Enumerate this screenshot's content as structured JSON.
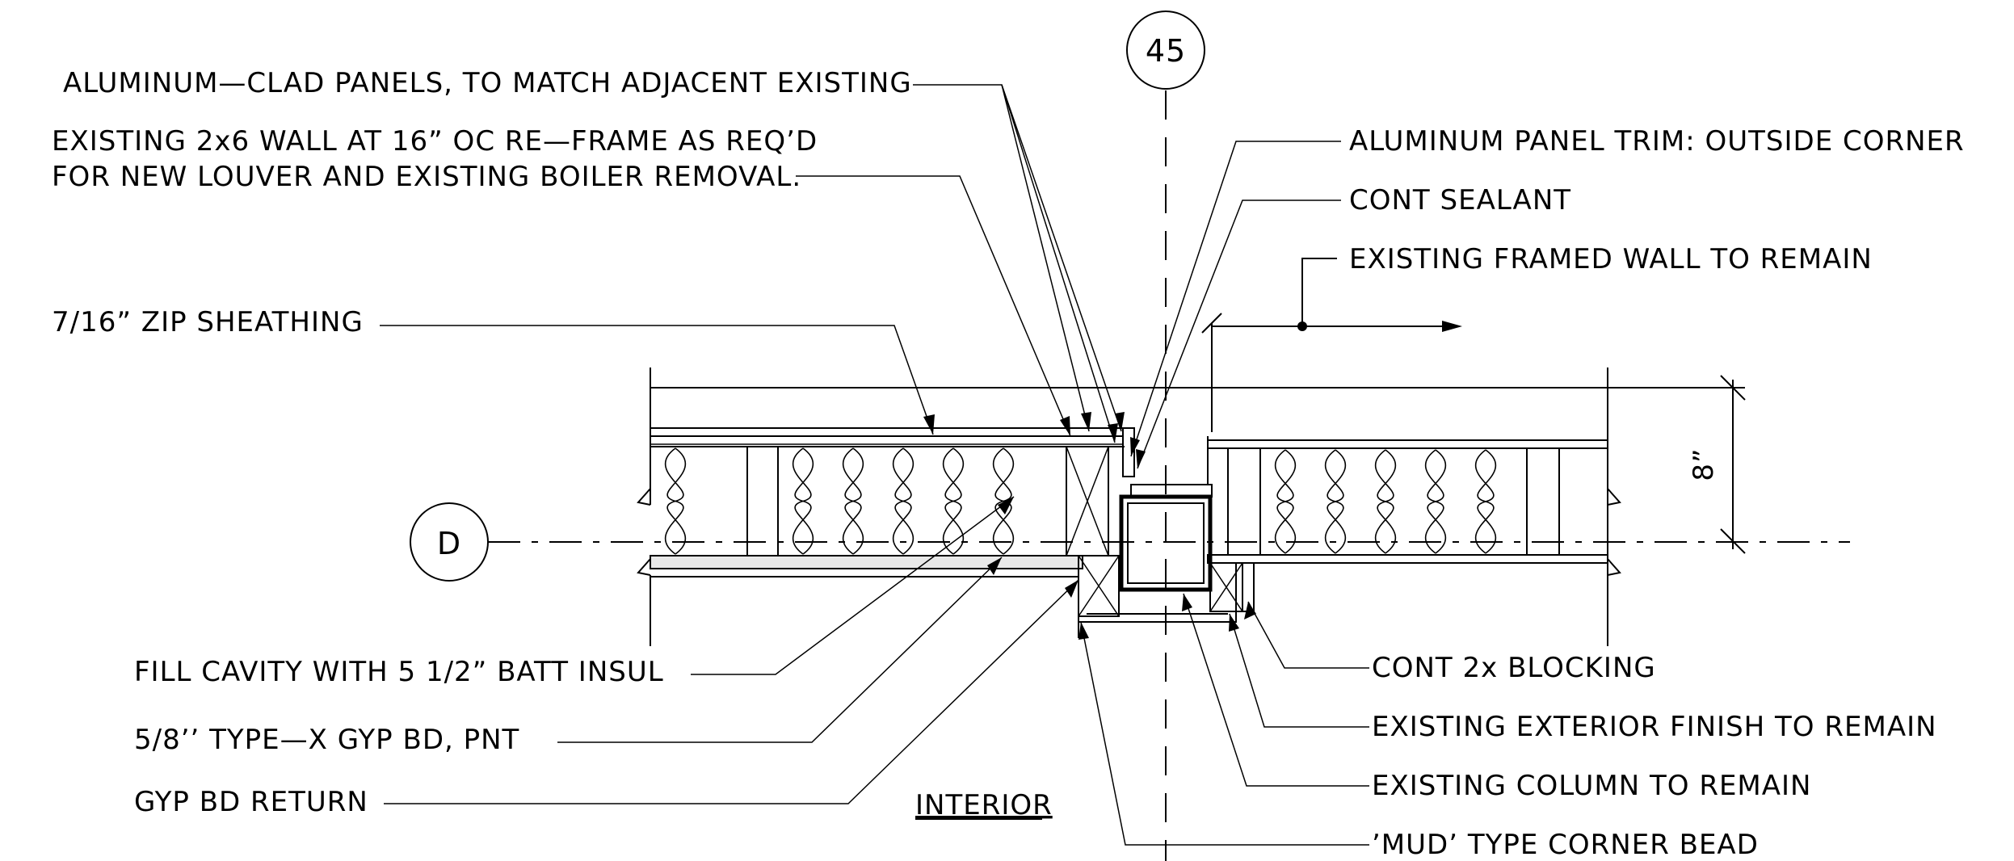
{
  "markers": {
    "grid_number": "45",
    "grid_letter": "D"
  },
  "labels": {
    "aluminum_clad": "ALUMINUM—CLAD PANELS, TO MATCH ADJACENT EXISTING",
    "existing_wall_line1": "EXISTING 2x6 WALL AT 16” OC RE—FRAME AS REQ’D",
    "existing_wall_line2": "FOR NEW LOUVER AND EXISTING BOILER REMOVAL.",
    "zip_sheathing": "7/16” ZIP SHEATHING",
    "panel_trim": "ALUMINUM PANEL TRIM: OUTSIDE CORNER",
    "cont_sealant": "CONT SEALANT",
    "existing_framed_wall": "EXISTING FRAMED WALL TO REMAIN",
    "fill_cavity": "FILL CAVITY WITH 5 1/2” BATT INSUL",
    "gyp_bd": "5/8’’ TYPE—X GYP BD, PNT",
    "gyp_return": "GYP BD RETURN",
    "interior": "INTERIOR",
    "cont_blocking": "CONT 2x BLOCKING",
    "exterior_finish": "EXISTING EXTERIOR FINISH TO REMAIN",
    "existing_column": "EXISTING COLUMN TO REMAIN",
    "corner_bead": "’MUD’ TYPE CORNER BEAD"
  },
  "dimension": {
    "wall_depth": "8”"
  }
}
